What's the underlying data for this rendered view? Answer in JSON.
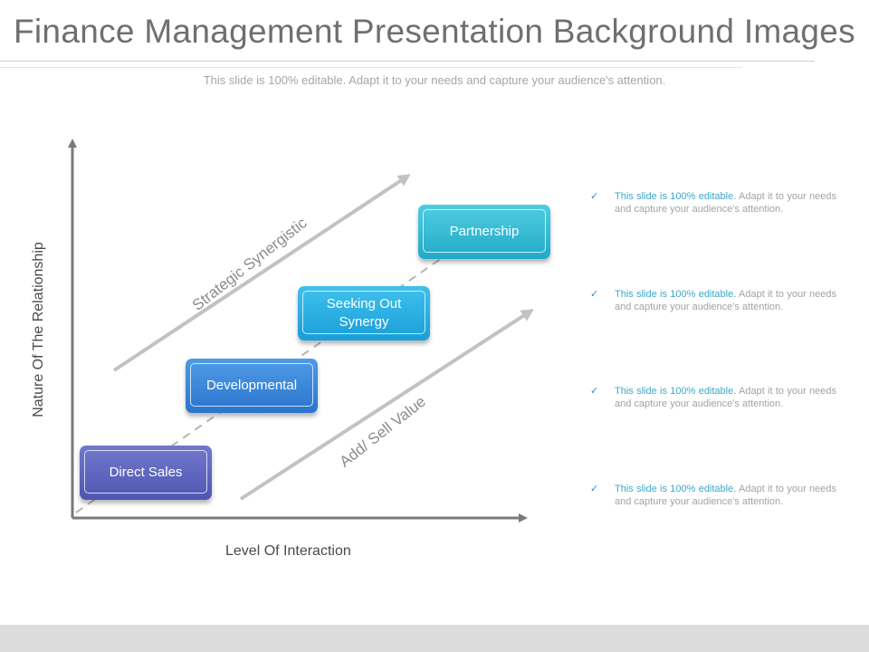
{
  "slide": {
    "title": "Finance Management Presentation Background Images",
    "subtitle": "This slide is 100% editable. Adapt it to your needs and capture your audience's attention."
  },
  "diagram": {
    "x_axis_label": "Level Of Interaction",
    "y_axis_label": "Nature Of The Relationship",
    "upper_arrow_label": "Strategic Synergistic",
    "lower_arrow_label": "Add/ Sell Value",
    "stages": [
      {
        "label": "Direct Sales",
        "color": "#5a61bd"
      },
      {
        "label": "Developmental",
        "color": "#3384d6"
      },
      {
        "label": "Seeking Out Synergy",
        "color": "#25acdf"
      },
      {
        "label": "Partnership",
        "color": "#33b9d2"
      }
    ]
  },
  "bullets": [
    {
      "highlight": "This slide is 100% editable.",
      "text": "Adapt it to your needs and capture your audience's attention."
    },
    {
      "highlight": "This slide is 100% editable.",
      "text": "Adapt it to your needs and capture your audience's attention."
    },
    {
      "highlight": "This slide is 100% editable.",
      "text": "Adapt it to your needs and capture your audience's attention."
    },
    {
      "highlight": "This slide is 100% editable.",
      "text": "Adapt it to your needs and capture your audience's attention."
    }
  ],
  "icons": {
    "bullet_marker": "checkmark-icon"
  }
}
